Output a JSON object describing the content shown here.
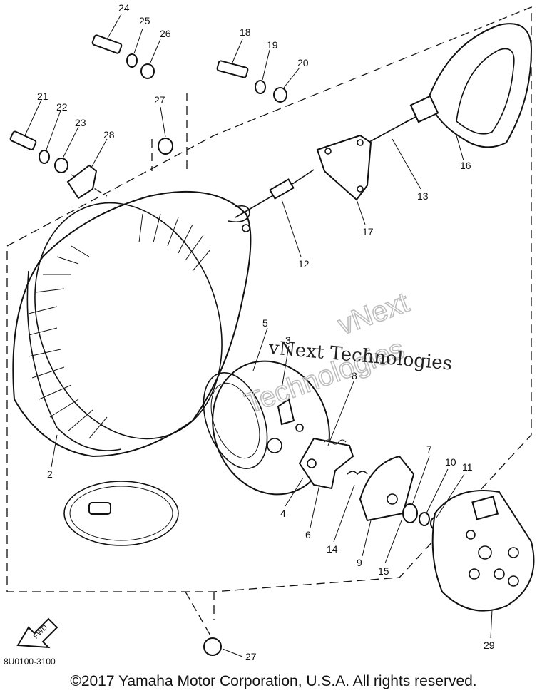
{
  "diagram": {
    "callouts": [
      {
        "id": "c24",
        "text": "24"
      },
      {
        "id": "c25",
        "text": "25"
      },
      {
        "id": "c26",
        "text": "26"
      },
      {
        "id": "c27a",
        "text": "27"
      },
      {
        "id": "c21",
        "text": "21"
      },
      {
        "id": "c22",
        "text": "22"
      },
      {
        "id": "c23",
        "text": "23"
      },
      {
        "id": "c28",
        "text": "28"
      },
      {
        "id": "c18",
        "text": "18"
      },
      {
        "id": "c19",
        "text": "19"
      },
      {
        "id": "c20",
        "text": "20"
      },
      {
        "id": "c16",
        "text": "16"
      },
      {
        "id": "c13",
        "text": "13"
      },
      {
        "id": "c17",
        "text": "17"
      },
      {
        "id": "c12",
        "text": "12"
      },
      {
        "id": "c5",
        "text": "5"
      },
      {
        "id": "c3",
        "text": "3"
      },
      {
        "id": "c8",
        "text": "8"
      },
      {
        "id": "c2",
        "text": "2"
      },
      {
        "id": "c4",
        "text": "4"
      },
      {
        "id": "c6",
        "text": "6"
      },
      {
        "id": "c14",
        "text": "14"
      },
      {
        "id": "c9",
        "text": "9"
      },
      {
        "id": "c15",
        "text": "15"
      },
      {
        "id": "c7",
        "text": "7"
      },
      {
        "id": "c10",
        "text": "10"
      },
      {
        "id": "c11",
        "text": "11"
      },
      {
        "id": "c29",
        "text": "29"
      },
      {
        "id": "c27b",
        "text": "27"
      }
    ],
    "fwd_label": "FWD",
    "part_code": "8U0100-3100",
    "watermark_line": "vNext Technologies",
    "watermark_outline_1": "vNext",
    "watermark_outline_2": "Technologies"
  },
  "footer": {
    "copyright": "©2017 Yamaha Motor Corporation, U.S.A. All rights reserved."
  }
}
